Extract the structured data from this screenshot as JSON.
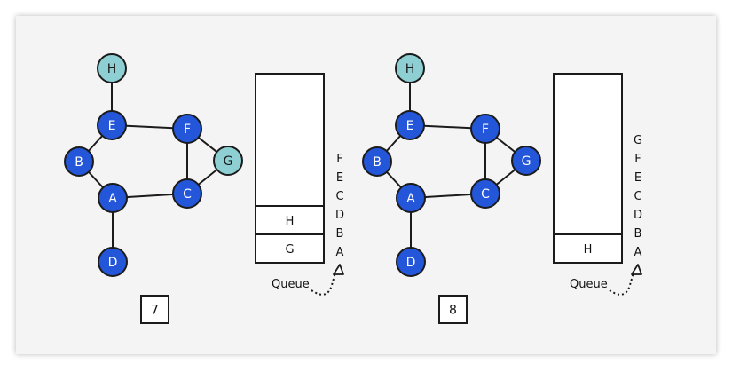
{
  "colors": {
    "visited_fill": "#2356d9",
    "queued_fill": "#8ecfd4",
    "stroke": "#1b1b1b"
  },
  "panels": [
    {
      "step": "7",
      "queue_caption": "Queue",
      "queue_cells": [
        "H",
        "G"
      ],
      "visit_order": [
        "F",
        "E",
        "C",
        "D",
        "B",
        "A"
      ],
      "nodes": [
        {
          "id": "H",
          "state": "queued"
        },
        {
          "id": "E",
          "state": "visited"
        },
        {
          "id": "F",
          "state": "visited"
        },
        {
          "id": "B",
          "state": "visited"
        },
        {
          "id": "G",
          "state": "queued"
        },
        {
          "id": "A",
          "state": "visited"
        },
        {
          "id": "C",
          "state": "visited"
        },
        {
          "id": "D",
          "state": "visited"
        }
      ]
    },
    {
      "step": "8",
      "queue_caption": "Queue",
      "queue_cells": [
        "H"
      ],
      "visit_order": [
        "G",
        "F",
        "E",
        "C",
        "D",
        "B",
        "A"
      ],
      "nodes": [
        {
          "id": "H",
          "state": "queued"
        },
        {
          "id": "E",
          "state": "visited"
        },
        {
          "id": "F",
          "state": "visited"
        },
        {
          "id": "B",
          "state": "visited"
        },
        {
          "id": "G",
          "state": "visited"
        },
        {
          "id": "A",
          "state": "visited"
        },
        {
          "id": "C",
          "state": "visited"
        },
        {
          "id": "D",
          "state": "visited"
        }
      ]
    }
  ],
  "edges": [
    [
      "H",
      "E"
    ],
    [
      "E",
      "F"
    ],
    [
      "E",
      "B"
    ],
    [
      "F",
      "C"
    ],
    [
      "F",
      "G"
    ],
    [
      "B",
      "A"
    ],
    [
      "A",
      "C"
    ],
    [
      "C",
      "G"
    ],
    [
      "A",
      "D"
    ]
  ]
}
